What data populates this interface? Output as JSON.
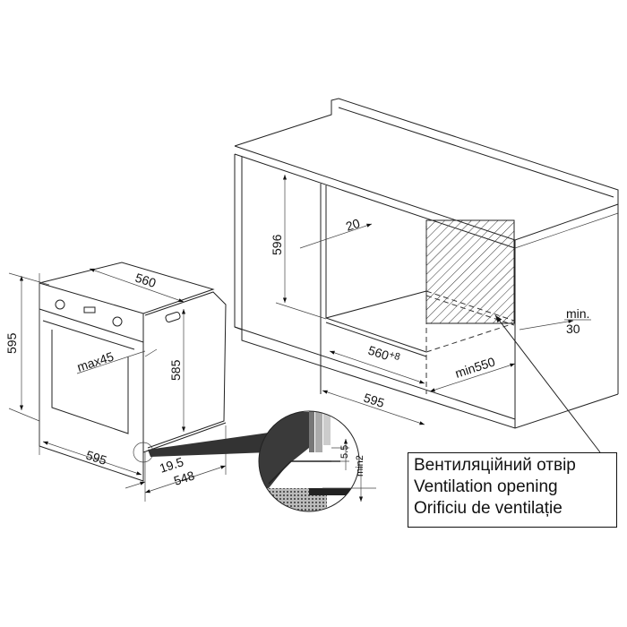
{
  "oven": {
    "depth_top": "560",
    "height": "595",
    "body_height": "585",
    "handle": "max45",
    "width": "595",
    "front_offset": "19.5",
    "body_depth": "548"
  },
  "cabinet": {
    "niche_height": "596",
    "side_gap": "20",
    "niche_width": "560",
    "niche_width_tol": "+8",
    "cabinet_width": "595",
    "niche_depth": "min550",
    "rear_gap_label": "min.",
    "rear_gap_value": "30"
  },
  "detail": {
    "gap": "5.5",
    "min_gap": "min2"
  },
  "ventilation": {
    "uk": "Вентиляційний отвір",
    "en": "Ventilation opening",
    "ro": "Orificiu de ventilație"
  }
}
